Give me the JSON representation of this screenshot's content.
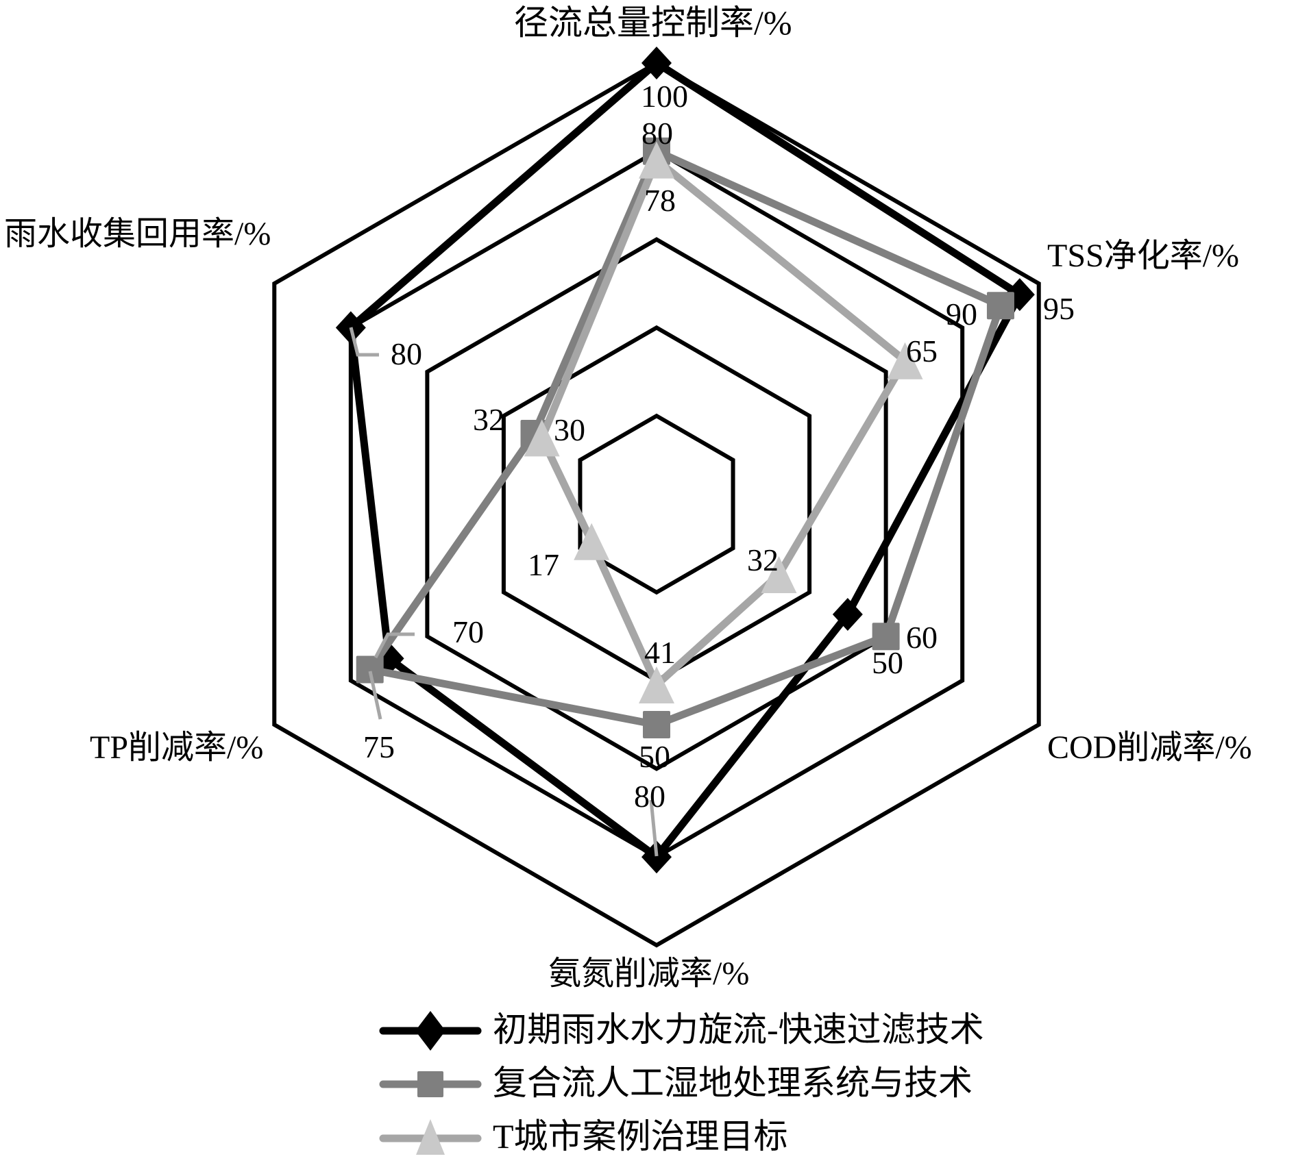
{
  "chart_data": {
    "type": "radar",
    "title": "",
    "axes": [
      "径流总量控制率/%",
      "TSS净化率/%",
      "COD削减率/%",
      "氨氮削减率/%",
      "TP削减率/%",
      "雨水收集回用率/%"
    ],
    "range": [
      0,
      100
    ],
    "grid_levels": [
      20,
      40,
      60,
      80,
      100
    ],
    "grid": true,
    "legend_position": "bottom",
    "series": [
      {
        "name": "初期雨水水力旋流-快速过滤技术",
        "values": [
          100,
          95,
          50,
          80,
          70,
          80
        ],
        "color": "#000000",
        "marker": "diamond",
        "marker_color": "#000000"
      },
      {
        "name": "复合流人工湿地处理系统与技术",
        "values": [
          80,
          90,
          60,
          50,
          75,
          32
        ],
        "color": "#808080",
        "marker": "square",
        "marker_color": "#7f7f7f"
      },
      {
        "name": "T城市案例治理目标",
        "values": [
          78,
          65,
          32,
          41,
          17,
          30
        ],
        "color": "#a6a6a6",
        "marker": "triangle",
        "marker_color": "#c9c9c9"
      }
    ]
  },
  "axis_labels": {
    "top": "径流总量控制率/%",
    "upper_right": "TSS净化率/%",
    "lower_right": "COD削减率/%",
    "bottom": "氨氮削减率/%",
    "lower_left": "TP削减率/%",
    "upper_left": "雨水收集回用率/%"
  },
  "value_labels": {
    "s0_top": "100",
    "s0_tss": "95",
    "s0_cod": "50",
    "s0_nh": "80",
    "s0_tp": "70",
    "s0_rain": "80",
    "s1_top": "80",
    "s1_tss": "90",
    "s1_cod": "60",
    "s1_nh": "50",
    "s1_tp": "75",
    "s1_rain": "32",
    "s2_top": "78",
    "s2_tss": "65",
    "s2_cod": "32",
    "s2_nh": "41",
    "s2_tp": "17",
    "s2_rain": "30"
  },
  "legend": {
    "items": [
      {
        "label": "初期雨水水力旋流-快速过滤技术"
      },
      {
        "label": "复合流人工湿地处理系统与技术"
      },
      {
        "label": "T城市案例治理目标"
      }
    ]
  }
}
